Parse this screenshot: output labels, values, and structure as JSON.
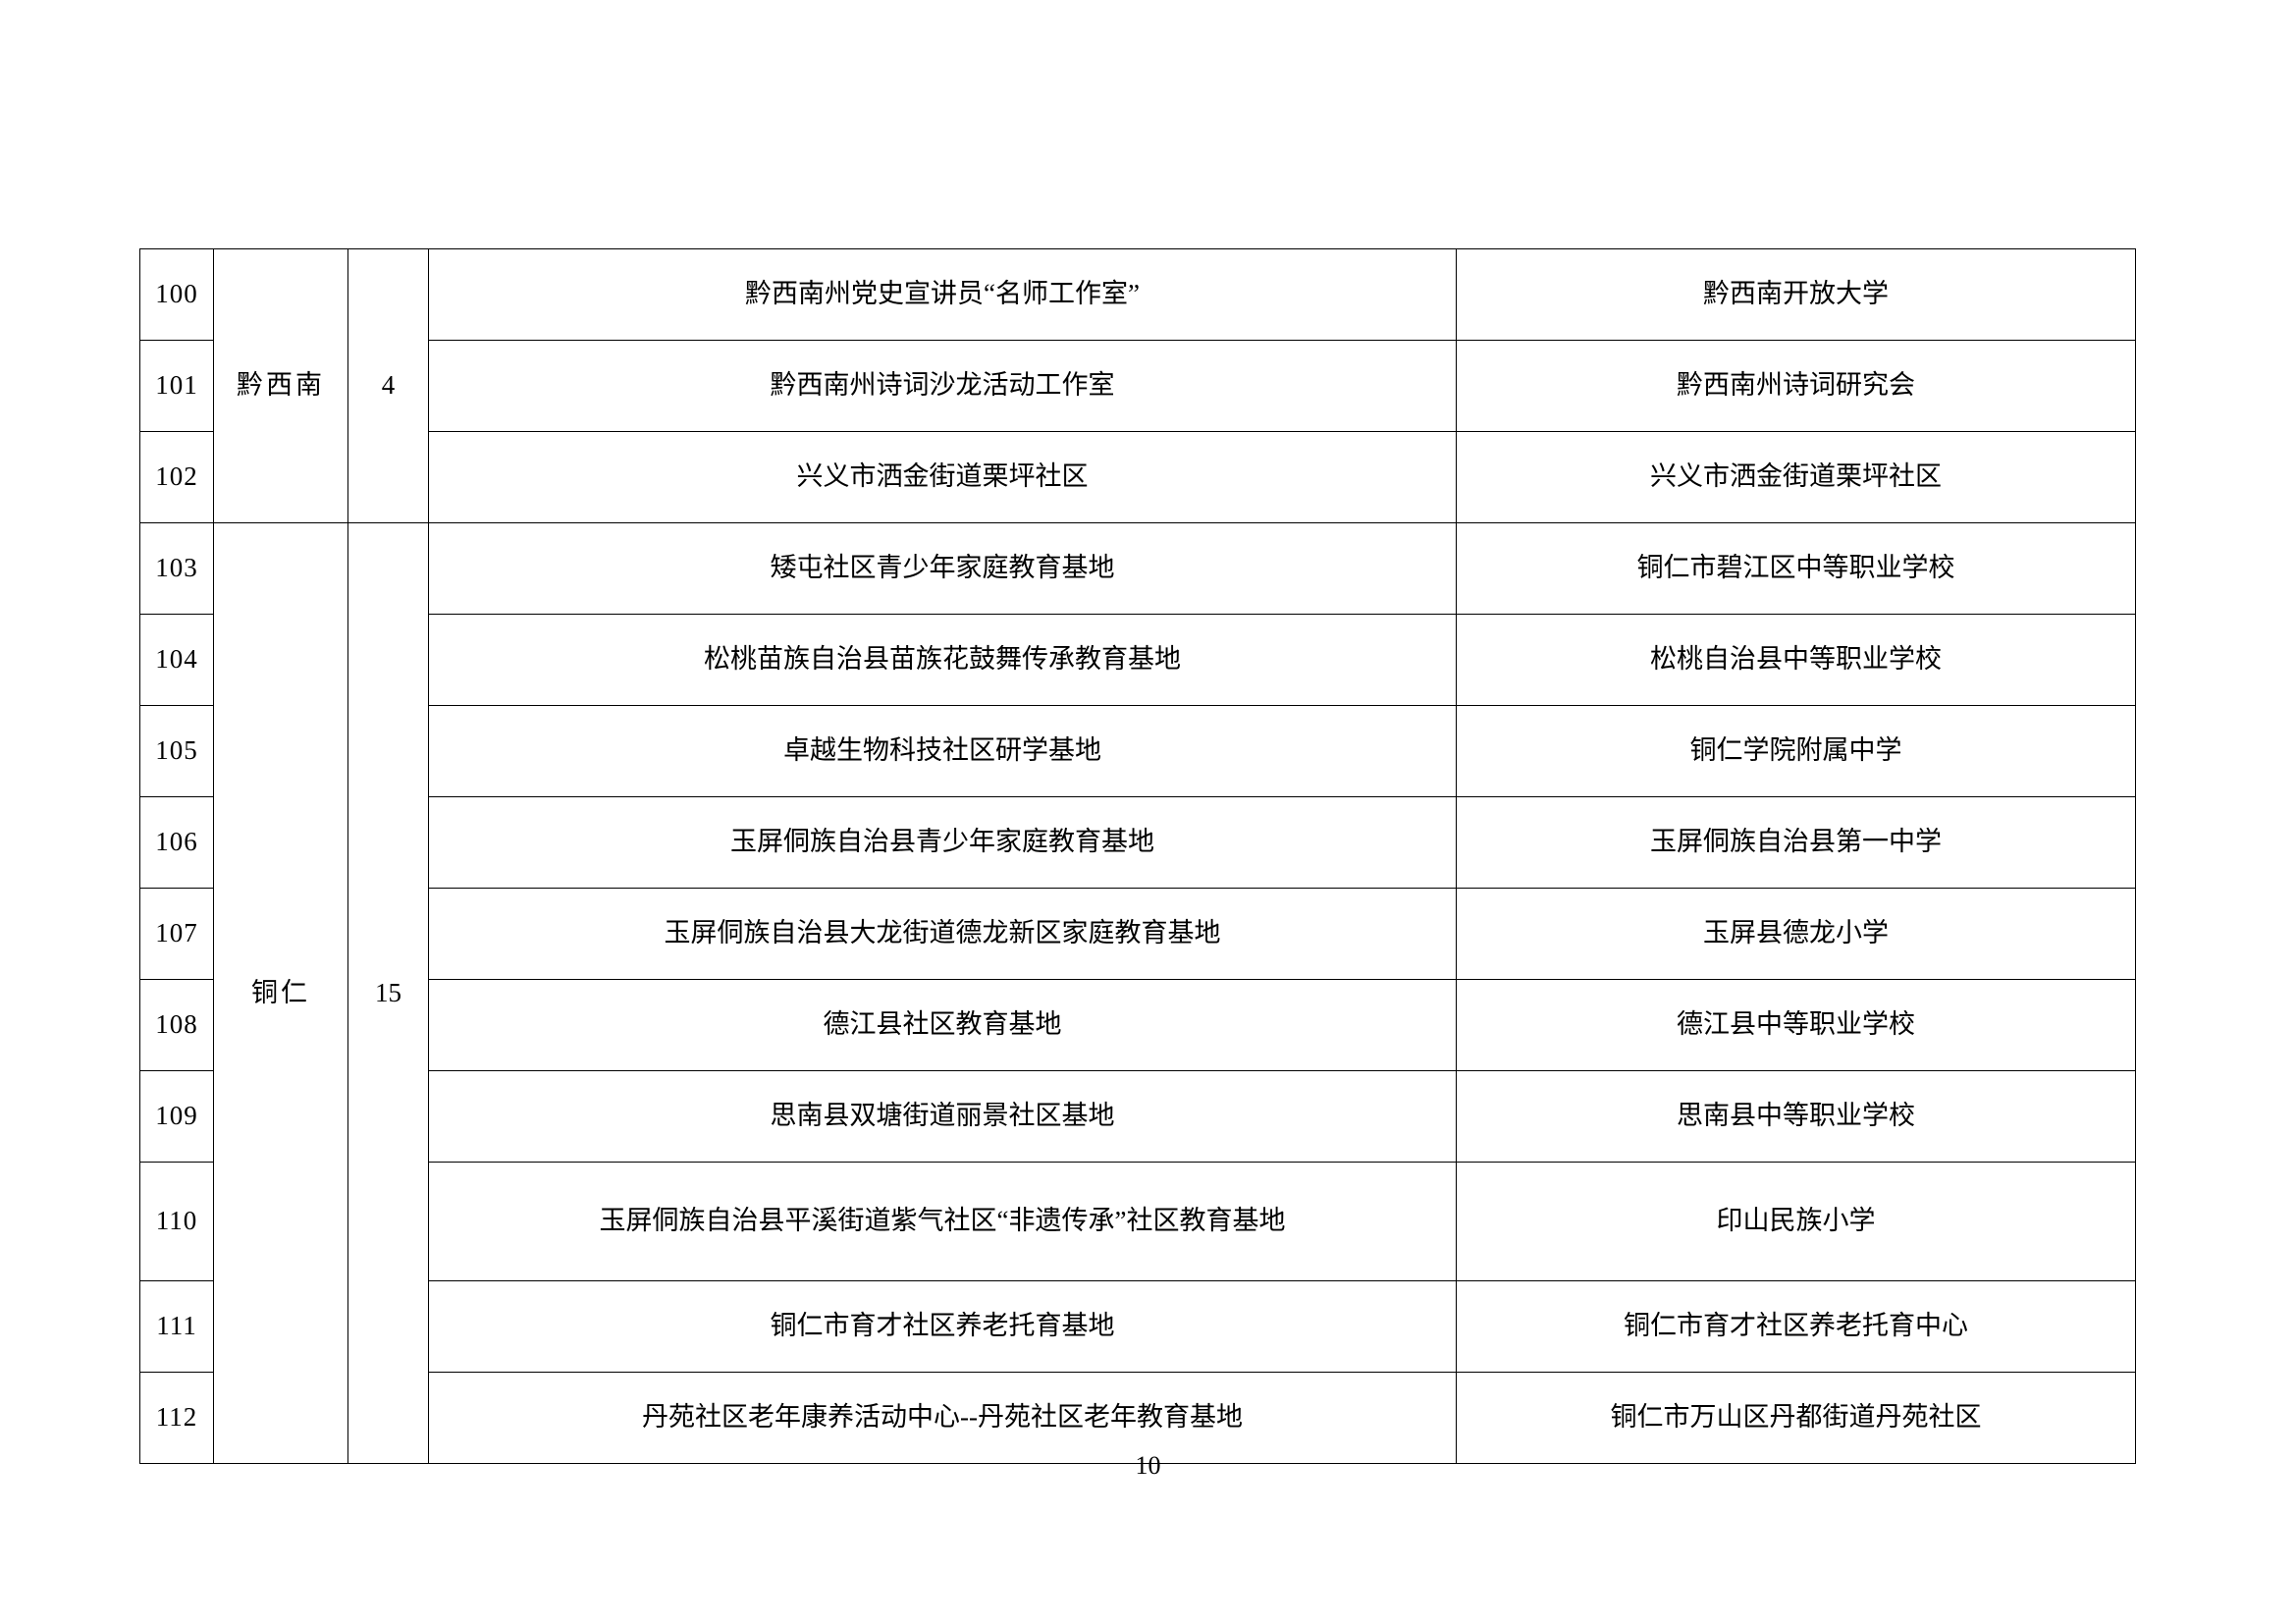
{
  "document": {
    "page_number": "10",
    "text_color": "#000000",
    "background_color": "#ffffff",
    "border_color": "#000000"
  },
  "table": {
    "columns": [
      {
        "key": "num",
        "name": "serial-number"
      },
      {
        "key": "region",
        "name": "region"
      },
      {
        "key": "count",
        "name": "count"
      },
      {
        "key": "project",
        "name": "project-name"
      },
      {
        "key": "org",
        "name": "organization"
      }
    ],
    "groups": [
      {
        "region": "黔西南",
        "count": "4",
        "rows": [
          {
            "num": "100",
            "project": "黔西南州党史宣讲员“名师工作室”",
            "org": "黔西南开放大学"
          },
          {
            "num": "101",
            "project": "黔西南州诗词沙龙活动工作室",
            "org": "黔西南州诗词研究会"
          },
          {
            "num": "102",
            "project": "兴义市洒金街道栗坪社区",
            "org": "兴义市洒金街道栗坪社区"
          }
        ]
      },
      {
        "region": "铜仁",
        "count": "15",
        "rows": [
          {
            "num": "103",
            "project": "矮屯社区青少年家庭教育基地",
            "org": "铜仁市碧江区中等职业学校"
          },
          {
            "num": "104",
            "project": "松桃苗族自治县苗族花鼓舞传承教育基地",
            "org": "松桃自治县中等职业学校"
          },
          {
            "num": "105",
            "project": "卓越生物科技社区研学基地",
            "org": "铜仁学院附属中学"
          },
          {
            "num": "106",
            "project": "玉屏侗族自治县青少年家庭教育基地",
            "org": "玉屏侗族自治县第一中学"
          },
          {
            "num": "107",
            "project": "玉屏侗族自治县大龙街道德龙新区家庭教育基地",
            "org": "玉屏县德龙小学"
          },
          {
            "num": "108",
            "project": "德江县社区教育基地",
            "org": "德江县中等职业学校"
          },
          {
            "num": "109",
            "project": "思南县双塘街道丽景社区基地",
            "org": "思南县中等职业学校"
          },
          {
            "num": "110",
            "project": "玉屏侗族自治县平溪街道紫气社区“非遗传承”社区教育基地",
            "org": "印山民族小学"
          },
          {
            "num": "111",
            "project": "铜仁市育才社区养老托育基地",
            "org": "铜仁市育才社区养老托育中心"
          },
          {
            "num": "112",
            "project": "丹苑社区老年康养活动中心--丹苑社区老年教育基地",
            "org": "铜仁市万山区丹都街道丹苑社区"
          }
        ]
      }
    ]
  }
}
